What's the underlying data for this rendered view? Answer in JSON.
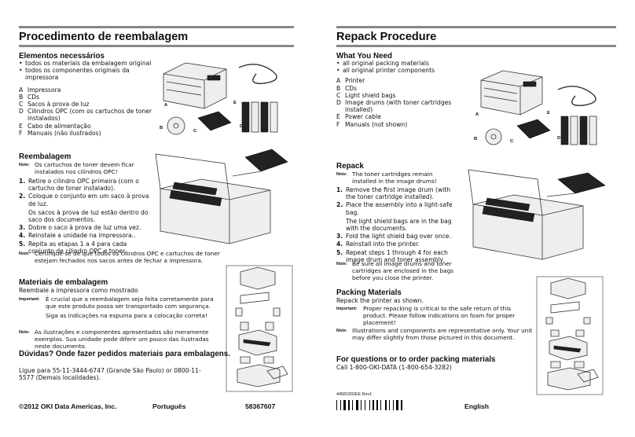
{
  "left": {
    "title": "Procedimento de reembalagem",
    "needed": {
      "heading": "Elementos necessários",
      "bullets": [
        "todos os materiais da embalagem original",
        "todos os componentes originais da impressora"
      ],
      "items": [
        {
          "key": "A",
          "text": "Impressora"
        },
        {
          "key": "B",
          "text": "CDs"
        },
        {
          "key": "C",
          "text": "Sacos à prova de luz"
        },
        {
          "key": "D",
          "text": "Cilindros OPC (com os cartuchos de toner instalados)"
        },
        {
          "key": "E",
          "text": "Cabo de alimentação"
        },
        {
          "key": "F",
          "text": "Manuais (não ilustrados)"
        }
      ]
    },
    "repack": {
      "heading": "Reembalagem",
      "note_label": "Note:",
      "note1": "Os cartuchos de toner devem ficar instalados nos cilindros OPC!",
      "steps": [
        {
          "num": "1.",
          "text": "Retire o cilindro OPC primeira (com o cartucho de toner instalado)."
        },
        {
          "num": "2.",
          "text": "Coloque o conjunto em um saco à prova de luz.",
          "sub": "Os sacos à prova de luz estão dentro do saco dos documentos."
        },
        {
          "num": "3.",
          "text": "Dobre o saco à prova de luz uma vez."
        },
        {
          "num": "4.",
          "text": "Reinstale a unidade na impressora.."
        },
        {
          "num": "5.",
          "text": "Repita as etapas 1 a 4 para cada conjunto de cilindro OPC e toner."
        }
      ],
      "note2": "Certifique-se de que todos os cilindros OPC e cartuchos de toner estejam fechados nos sacos antes de fechar a impressora."
    },
    "packing": {
      "heading": "Materiais de embalagem",
      "intro": "Reembale a impressora como mostrado",
      "important_label": "Important:",
      "important": "É crucial que a reembalagem seja feita corretamente para que este produto possa ser transportado com segurança.",
      "important_sub": "Siga as indicações na espuma para a colocação correta!",
      "note_label": "Note:",
      "note": "As ilustrações e componentes apresentados são meramente exemplos. Sua unidade pode diferir um pouco das ilustradas neste documento."
    },
    "questions": {
      "heading": "Dúvidas? Onde fazer pedidos materiais para embalagens.",
      "text": "Ligue para 55-11-3444-6747 (Grande São Paulo) or 0800-11-5577 (Demais localidades)."
    },
    "footer": {
      "copyright": "©2012 OKI Data Americas, Inc.",
      "language": "Português",
      "part": "58367607"
    }
  },
  "right": {
    "title": "Repack Procedure",
    "needed": {
      "heading": "What You Need",
      "bullets": [
        "all original packing materials",
        "all original printer components"
      ],
      "items": [
        {
          "key": "A",
          "text": "Printer"
        },
        {
          "key": "B",
          "text": "CDs"
        },
        {
          "key": "C",
          "text": "Light shield bags"
        },
        {
          "key": "D",
          "text": "Image drums (with toner cartridges installed)"
        },
        {
          "key": "E",
          "text": "Power cable"
        },
        {
          "key": "F",
          "text": "Manuals (not shown)"
        }
      ]
    },
    "repack": {
      "heading": "Repack",
      "note_label": "Note:",
      "note1": "The toner cartridges remain installed in the image drums!",
      "steps": [
        {
          "num": "1.",
          "text": "Remove the first image drum (with the toner cartridge installed)."
        },
        {
          "num": "2.",
          "text": "Place the assembly into a light-safe bag.",
          "sub": "The light shield bags are in the bag with the documents."
        },
        {
          "num": "3.",
          "text": "Fold the light shield bag over once."
        },
        {
          "num": "4.",
          "text": "Reinstall into the printer."
        },
        {
          "num": "5.",
          "text": "Repeat steps 1 through 4 for each image drum and toner assembly."
        }
      ],
      "note2": "Be sure all image drums and toner cartridges are enclosed in the bags before you close the printer."
    },
    "packing": {
      "heading": "Packing Materials",
      "intro": "Repack the printer as shown.",
      "important_label": "Important:",
      "important": "Proper repacking is critical to the safe return of this product. Please follow indications on foam for proper placement!",
      "note_label": "Note:",
      "note": "Illustrations and components are representative only. Your unit may differ slightly from those pictured in this document."
    },
    "questions": {
      "heading": "For questions or to order packing materials",
      "text": "Call 1-800-OKI-DATA (1-800-654-3282)"
    },
    "footer": {
      "doc_id": "44581002EE Rev1",
      "language": "English"
    }
  },
  "figure_labels": [
    "A",
    "B",
    "C",
    "D",
    "E"
  ]
}
